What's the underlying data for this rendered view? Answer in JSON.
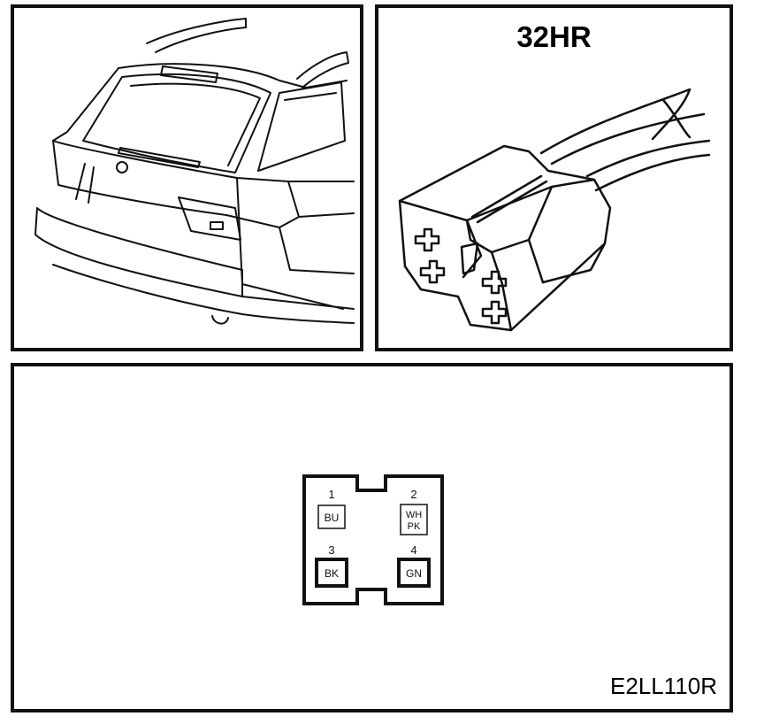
{
  "connector": {
    "id": "32HR"
  },
  "figure_code": "E2LL110R",
  "pins": [
    {
      "number": "1",
      "color": "BU",
      "color2": ""
    },
    {
      "number": "2",
      "color": "WH",
      "color2": "PK"
    },
    {
      "number": "3",
      "color": "BK",
      "color2": ""
    },
    {
      "number": "4",
      "color": "GN",
      "color2": ""
    }
  ]
}
